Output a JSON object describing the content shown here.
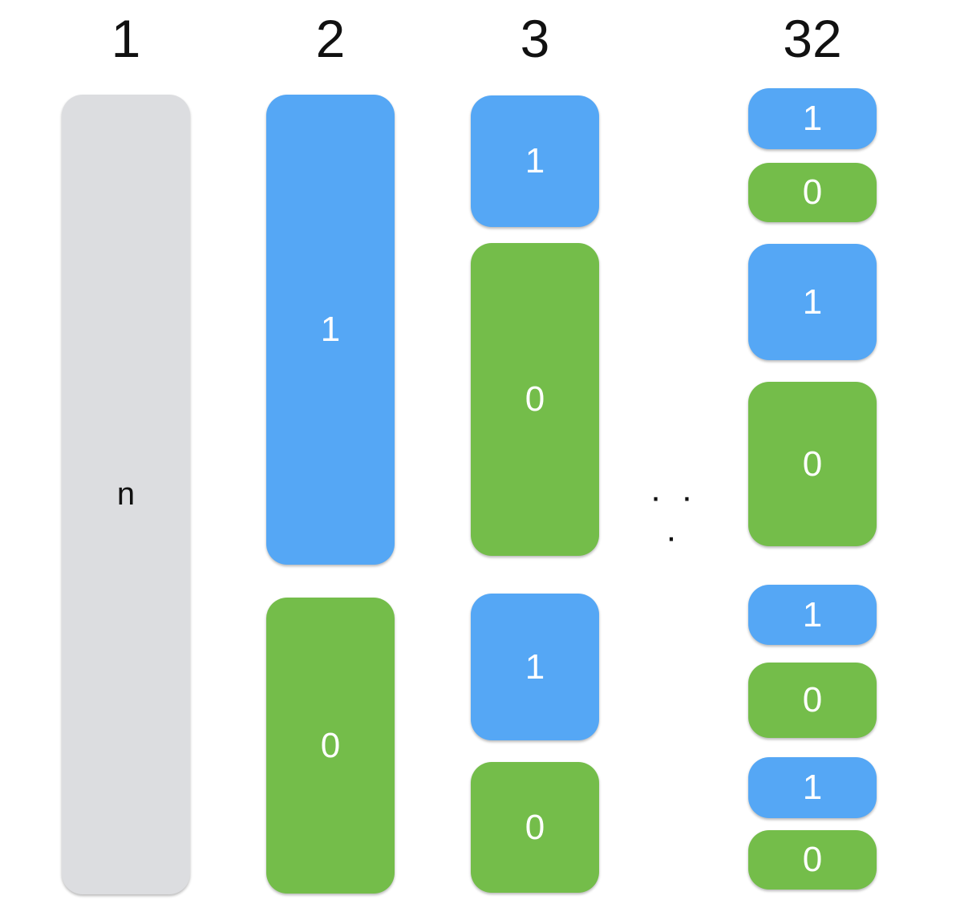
{
  "columns": [
    {
      "header": "1"
    },
    {
      "header": "2"
    },
    {
      "header": "3"
    },
    {
      "header": "32"
    }
  ],
  "blocks": {
    "c1": [
      "n"
    ],
    "c2": [
      "1",
      "0"
    ],
    "c3": [
      "1",
      "0",
      "1",
      "0"
    ],
    "c32": [
      "1",
      "0",
      "1",
      "0",
      "1",
      "0",
      "1",
      "0"
    ]
  },
  "ellipsis": "· · ·",
  "colors": {
    "gray": "#dcdde0",
    "blue": "#55a7f5",
    "green": "#74bd4a"
  }
}
